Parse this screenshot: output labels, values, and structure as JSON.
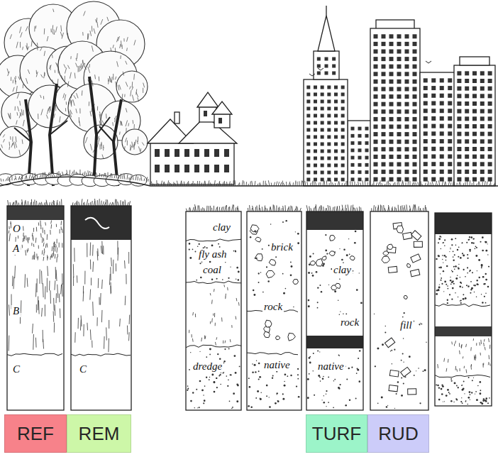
{
  "diagram": {
    "nodes": [
      {
        "text": [
          "REF"
        ]
      },
      {
        "text": [
          "REM"
        ]
      },
      {
        "text": [
          "TURF"
        ]
      },
      {
        "text": [
          "RUD"
        ]
      }
    ],
    "labels": [
      "O",
      "A",
      "B",
      "C",
      "C",
      "clay",
      "fly ash",
      "coal",
      "dredge",
      "brick",
      "rock",
      "native",
      "clay",
      "rock",
      "native",
      "fill"
    ]
  }
}
